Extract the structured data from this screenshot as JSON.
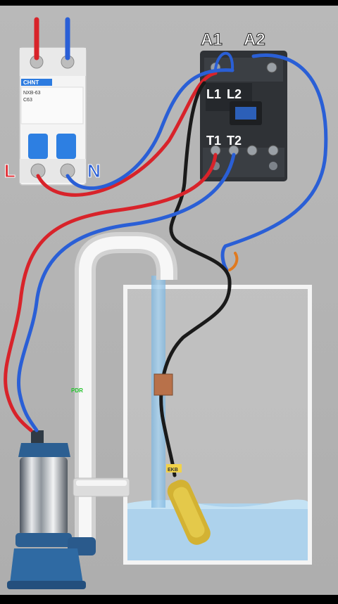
{
  "breaker": {
    "brand": "CHNT",
    "model": "NXB-63",
    "rating": "C63",
    "terminal_left": "L",
    "terminal_right": "N"
  },
  "contactor": {
    "coil_a1": "A1",
    "coil_a2": "A2",
    "input_l1": "L1",
    "input_l2": "L2",
    "output_t1": "T1",
    "output_t2": "T2"
  },
  "float_switch": {
    "tag": "EKB"
  },
  "watermark": "PDR",
  "colors": {
    "live_wire": "#d8232a",
    "neutral_wire": "#2a5fd6",
    "signal_wire": "#1a1a1a",
    "water": "#8fc3e6",
    "background": "#b4b4b4"
  }
}
